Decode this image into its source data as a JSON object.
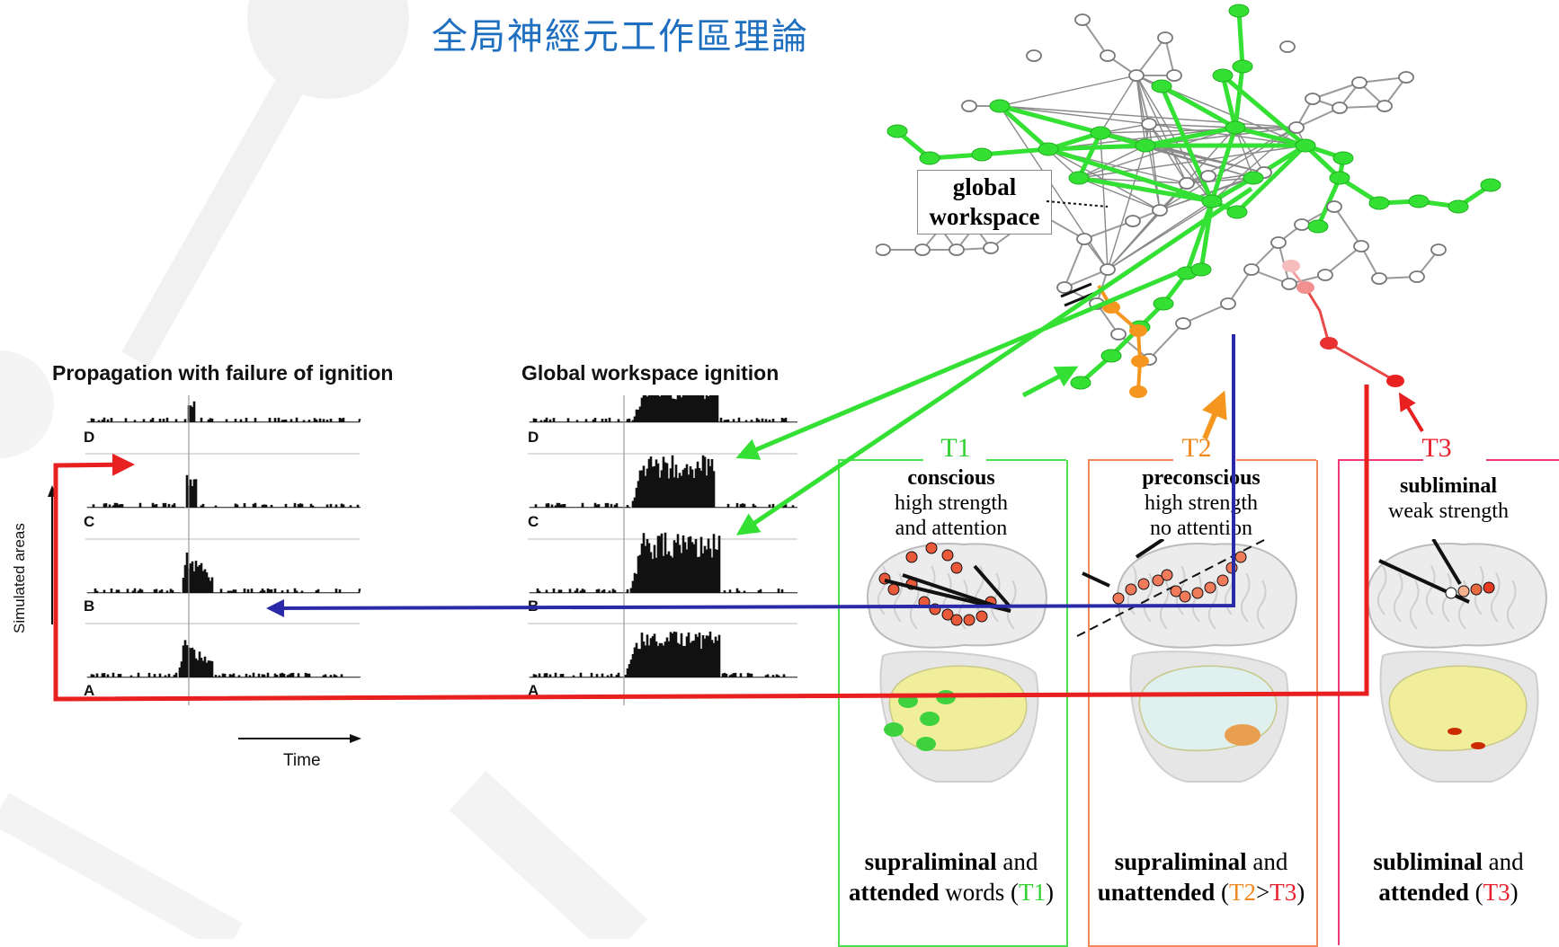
{
  "title": "全局神經元工作區理論",
  "panel_left": {
    "title": "Propagation with failure of ignition",
    "rows": [
      "D",
      "C",
      "B",
      "A"
    ],
    "y_label": "Simulated areas",
    "x_label": "Time"
  },
  "panel_right": {
    "title": "Global workspace ignition",
    "rows": [
      "D",
      "C",
      "B",
      "A"
    ]
  },
  "network": {
    "label_line1": "global",
    "label_line2": "workspace"
  },
  "conditions": [
    {
      "tag": "T1",
      "line1": "conscious",
      "line2": "high strength",
      "line3": "and attention",
      "foot_bold1": "supraliminal",
      "foot_rest1": " and",
      "foot_bold2": "attended",
      "foot_rest2": " words (",
      "foot_tag_a": "T1",
      "foot_sep": "",
      "foot_tag_b": "",
      "foot_close": ")",
      "color": "#2fd12f"
    },
    {
      "tag": "T2",
      "line1": "preconscious",
      "line2": "high strength",
      "line3": "no attention",
      "foot_bold1": "supraliminal",
      "foot_rest1": " and",
      "foot_bold2": "unattended",
      "foot_rest2": " (",
      "foot_tag_a": "T2",
      "foot_sep": ">",
      "foot_tag_b": "T3",
      "foot_close": ")",
      "color": "#f08a1e"
    },
    {
      "tag": "T3",
      "line1": "subliminal",
      "line2": "weak strength",
      "line3": "",
      "foot_bold1": "subliminal",
      "foot_rest1": " and",
      "foot_bold2": "attended",
      "foot_rest2": " (",
      "foot_tag_a": "T3",
      "foot_sep": "",
      "foot_tag_b": "",
      "foot_close": ")",
      "color": "#e8202e"
    }
  ],
  "colors": {
    "green": "#33e033",
    "orange": "#f5961e",
    "red": "#e82020",
    "blue": "#2a2aa8",
    "title_blue": "#1f6fc0"
  }
}
